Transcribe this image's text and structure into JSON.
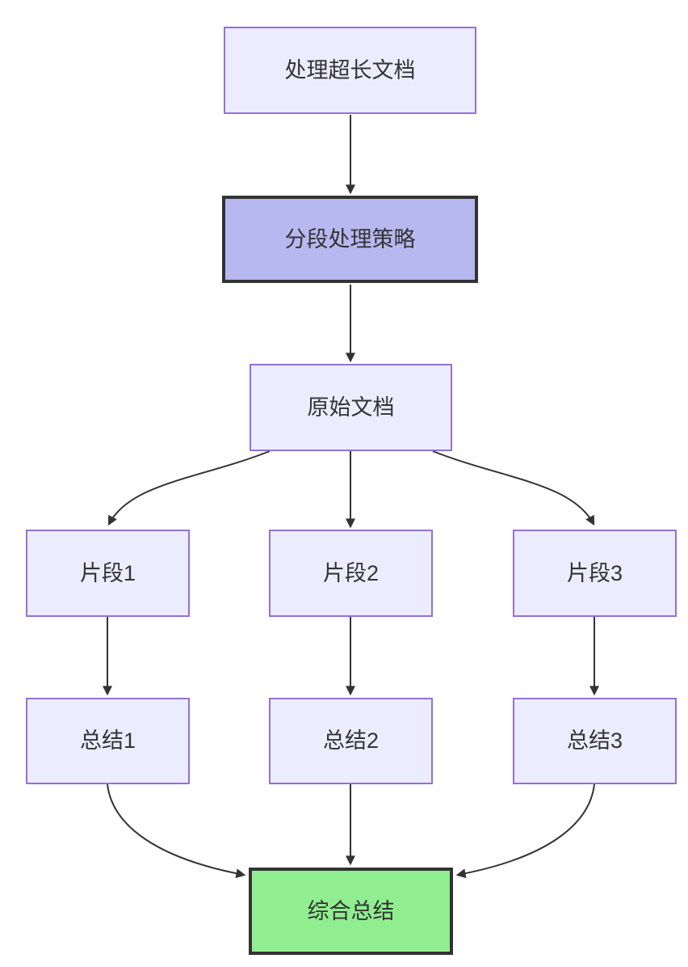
{
  "diagram": {
    "type": "flowchart",
    "direction": "top-down",
    "background": "#ffffff",
    "colors": {
      "node_fill": "#ECECFF",
      "node_border": "#9370DB",
      "strategy_fill": "#B8B8F0",
      "strategy_border": "#333333",
      "result_fill": "#90EE90",
      "result_border": "#333333",
      "edge": "#333333",
      "text": "#333333"
    },
    "nodes": [
      {
        "id": "doc",
        "label": "处理超长文档",
        "style": "default"
      },
      {
        "id": "strategy",
        "label": "分段处理策略",
        "style": "highlight"
      },
      {
        "id": "source",
        "label": "原始文档",
        "style": "default"
      },
      {
        "id": "frag1",
        "label": "片段1",
        "style": "default"
      },
      {
        "id": "frag2",
        "label": "片段2",
        "style": "default"
      },
      {
        "id": "frag3",
        "label": "片段3",
        "style": "default"
      },
      {
        "id": "sum1",
        "label": "总结1",
        "style": "default"
      },
      {
        "id": "sum2",
        "label": "总结2",
        "style": "default"
      },
      {
        "id": "sum3",
        "label": "总结3",
        "style": "default"
      },
      {
        "id": "final",
        "label": "综合总结",
        "style": "result"
      }
    ],
    "edges": [
      {
        "from": "doc",
        "to": "strategy"
      },
      {
        "from": "strategy",
        "to": "source"
      },
      {
        "from": "source",
        "to": "frag1"
      },
      {
        "from": "source",
        "to": "frag2"
      },
      {
        "from": "source",
        "to": "frag3"
      },
      {
        "from": "frag1",
        "to": "sum1"
      },
      {
        "from": "frag2",
        "to": "sum2"
      },
      {
        "from": "frag3",
        "to": "sum3"
      },
      {
        "from": "sum1",
        "to": "final"
      },
      {
        "from": "sum2",
        "to": "final"
      },
      {
        "from": "sum3",
        "to": "final"
      }
    ]
  }
}
